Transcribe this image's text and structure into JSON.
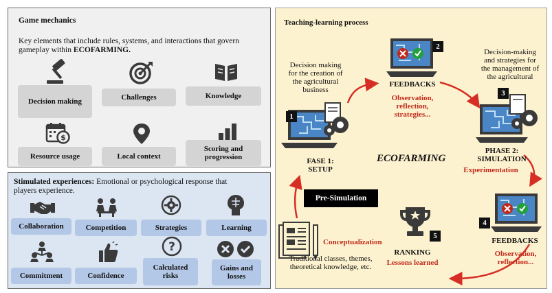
{
  "game_mechanics": {
    "title": "Game mechanics",
    "description_line1": "Key elements that include rules, systems, and interactions that govern",
    "description_line2_prefix": "gameplay within ",
    "description_line2_brand": "ECOFARMING.",
    "items": [
      {
        "label": "Decision making",
        "icon": "gavel-icon"
      },
      {
        "label": "Challenges",
        "icon": "target-icon"
      },
      {
        "label": "Knowledge",
        "icon": "book-icon"
      },
      {
        "label": "Resource usage",
        "icon": "calendar-money-icon"
      },
      {
        "label": "Local context",
        "icon": "location-pin-icon"
      },
      {
        "label_line1": "Scoring and",
        "label_line2": "progression",
        "icon": "bar-chart-icon"
      }
    ]
  },
  "stimulated_experiences": {
    "title": "Stimulated experiences:",
    "description_line1": " Emotional or psychological response that",
    "description_line2": "players experience.",
    "items": [
      {
        "label": "Collaboration",
        "icon": "handshake-icon"
      },
      {
        "label": "Competition",
        "icon": "people-competing-icon"
      },
      {
        "label": "Strategies",
        "icon": "gear-icon"
      },
      {
        "label": "Learning",
        "icon": "brain-icon"
      },
      {
        "label": "Commitment",
        "icon": "team-icon"
      },
      {
        "label": "Confidence",
        "icon": "thumbs-up-icon"
      },
      {
        "label_line1": "Calculated",
        "label_line2": "risks",
        "icon": "question-icon"
      },
      {
        "label_line1": "Gains and",
        "label_line2": "losses",
        "icon": "check-cross-icon"
      }
    ]
  },
  "teaching_learning": {
    "title": "Teaching-learning process",
    "center_label": "ECOFARMING",
    "pre_simulation": "Pre-Simulation",
    "phase1": {
      "number": "1",
      "desc_line1": "Decision making",
      "desc_line2": "for the creation of",
      "desc_line3": "the agricultural",
      "desc_line4": "business",
      "title_line1": "FASE 1:",
      "title_line2": "SETUP"
    },
    "feedback1": {
      "number": "2",
      "title": "FEEDBACKS",
      "desc_line1": "Observation,",
      "desc_line2": "reflection,",
      "desc_line3": "strategies..."
    },
    "phase2": {
      "number": "3",
      "desc_line1": "Decision-making",
      "desc_line2": "and strategies for",
      "desc_line3": "the management of",
      "desc_line4": "the agricultural",
      "title_line1": "PHASE 2:",
      "title_line2": "SIMULATION",
      "sub": "Experimentation"
    },
    "feedback2": {
      "number": "4",
      "title": "FEEDBACKS",
      "desc_line1": "Observation,",
      "desc_line2": "reflection..."
    },
    "ranking": {
      "number": "5",
      "title": "RANKING",
      "sub": "Lessons learned"
    },
    "conceptualization": {
      "title": "Conceptualization",
      "desc_line1": "Traditional classes, themes,",
      "desc_line2": "theoretical knowledge, etc."
    }
  },
  "colors": {
    "accent_red": "#c0281a",
    "gray_chip": "#d4d4d4",
    "blue_chip": "#b3c7e6",
    "panel_yellow": "#fdf2cf",
    "panel_blue": "#dce6f2",
    "panel_gray": "#f0f0f0",
    "laptop_blue": "#4a86c5"
  }
}
